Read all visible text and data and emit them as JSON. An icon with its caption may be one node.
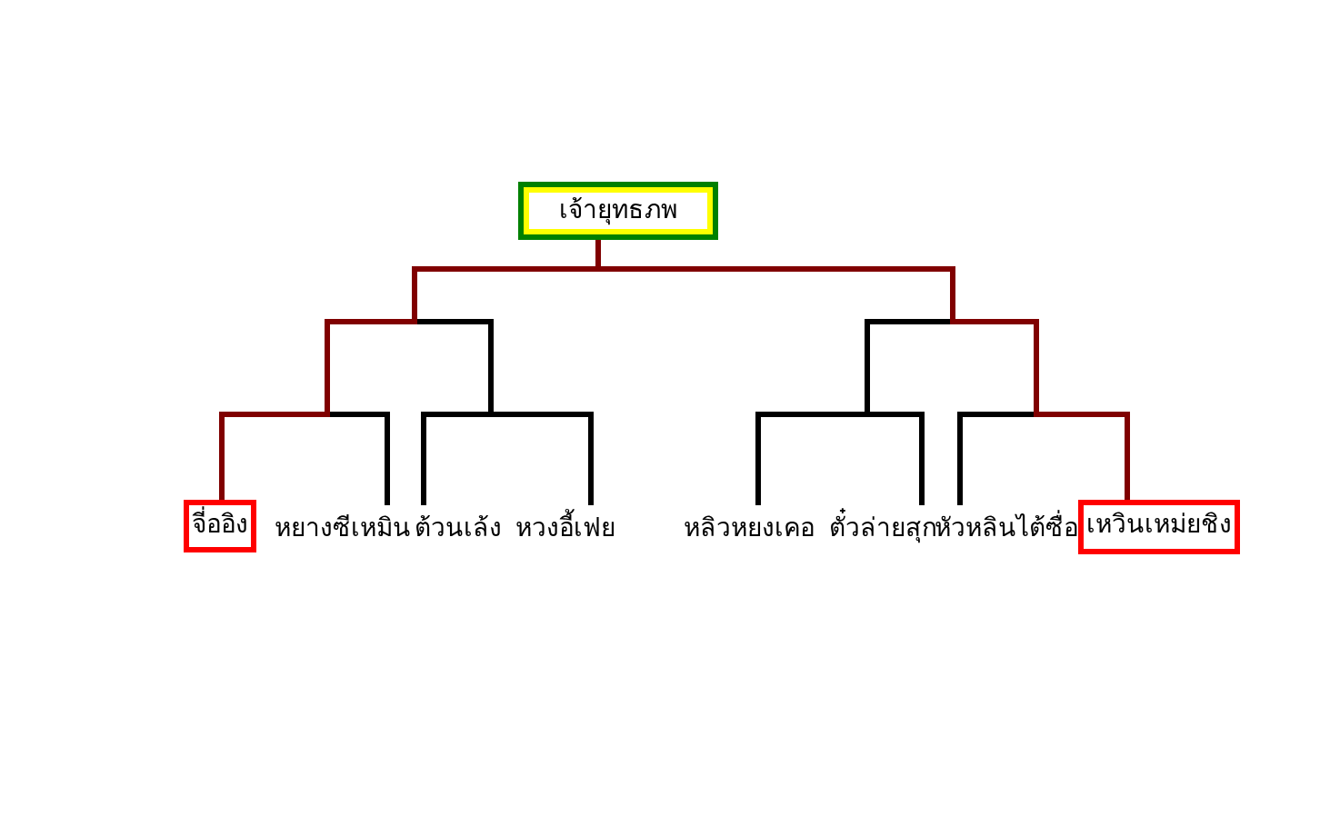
{
  "diagram": {
    "nodes": [
      {
        "text": [
          "เจ้ายุทธภพ"
        ]
      },
      {
        "text": [
          "จี่ออิง"
        ]
      },
      {
        "text": [
          "หยางซีเหมิน"
        ]
      },
      {
        "text": [
          "ต้วนเล้ง"
        ]
      },
      {
        "text": [
          "หวงอี้เฟย"
        ]
      },
      {
        "text": [
          "หลิวหยงเคอ"
        ]
      },
      {
        "text": [
          "ตั๋วล่ายสุก"
        ]
      },
      {
        "text": [
          "หัวหลินไต้ซื่อ"
        ]
      },
      {
        "text": [
          "เหวินเหม่ยชิง"
        ]
      }
    ],
    "edges": [
      {
        "from": 1,
        "to": 0,
        "arrow": "none",
        "color": "#800000"
      },
      {
        "from": 2,
        "to": 0,
        "arrow": "none"
      },
      {
        "from": 3,
        "to": 0,
        "arrow": "none"
      },
      {
        "from": 4,
        "to": 0,
        "arrow": "none"
      },
      {
        "from": 5,
        "to": 0,
        "arrow": "none"
      },
      {
        "from": 6,
        "to": 0,
        "arrow": "none"
      },
      {
        "from": 7,
        "to": 0,
        "arrow": "none"
      },
      {
        "from": 8,
        "to": 0,
        "arrow": "none",
        "color": "#800000"
      }
    ]
  }
}
